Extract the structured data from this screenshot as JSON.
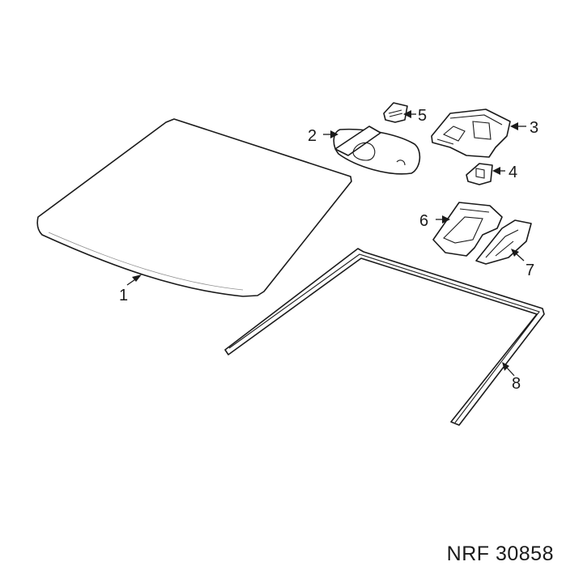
{
  "callouts": {
    "p1": "1",
    "p2": "2",
    "p3": "3",
    "p4": "4",
    "p5": "5",
    "p6": "6",
    "p7": "7",
    "p8": "8"
  },
  "parts": {
    "p1": "windshield-glass",
    "p2": "rearview-mirror",
    "p3": "mounting-bracket",
    "p4": "mirror-mount-clip",
    "p5": "sensor-cover",
    "p6": "bracket-plate",
    "p7": "trim-cover",
    "p8": "windshield-molding"
  },
  "footer": {
    "text": "NRF 30858"
  }
}
